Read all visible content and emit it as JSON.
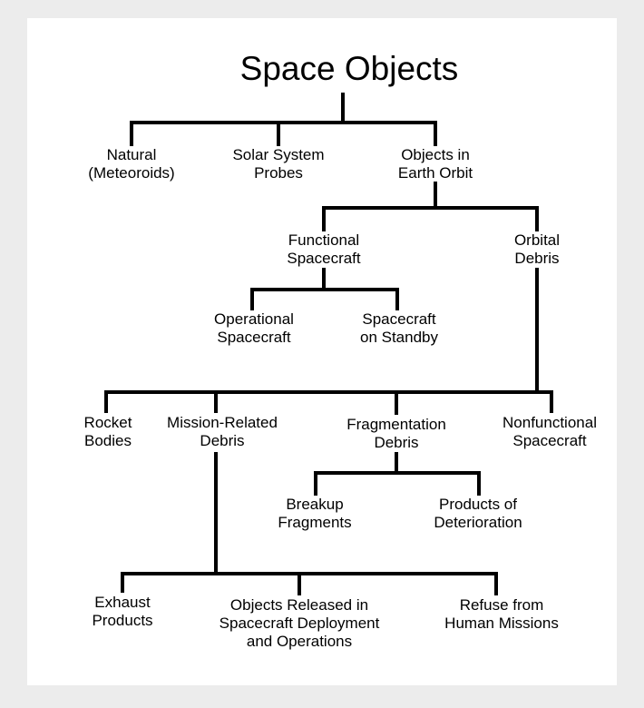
{
  "title": "Space Objects",
  "nodes": {
    "natural": [
      "Natural",
      "(Meteoroids)"
    ],
    "solar": [
      "Solar System",
      "Probes"
    ],
    "earth_orbit": [
      "Objects in",
      "Earth Orbit"
    ],
    "functional": [
      "Functional",
      "Spacecraft"
    ],
    "orbital_debris": [
      "Orbital",
      "Debris"
    ],
    "operational": [
      "Operational",
      "Spacecraft"
    ],
    "standby": [
      "Spacecraft",
      "on Standby"
    ],
    "rocket": [
      "Rocket",
      "Bodies"
    ],
    "mission": [
      "Mission-Related",
      "Debris"
    ],
    "fragmentation": [
      "Fragmentation",
      "Debris"
    ],
    "nonfunctional": [
      "Nonfunctional",
      "Spacecraft"
    ],
    "breakup": [
      "Breakup",
      "Fragments"
    ],
    "deterioration": [
      "Products of",
      "Deterioration"
    ],
    "exhaust": [
      "Exhaust",
      "Products"
    ],
    "released": [
      "Objects Released in",
      "Spacecraft Deployment",
      "and Operations"
    ],
    "refuse": [
      "Refuse from",
      "Human Missions"
    ]
  }
}
